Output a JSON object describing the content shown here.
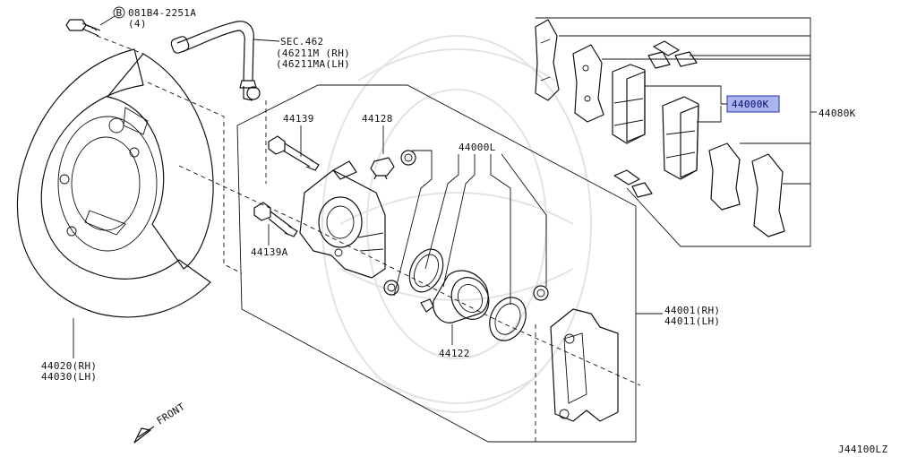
{
  "diagram": {
    "labels": {
      "bolt_ref": "081B4-2251A",
      "bolt_qty": "(4)",
      "bolt_circle": "B",
      "sec": "SEC.462",
      "hose_rh": "(46211M (RH)",
      "hose_lh": "(46211MA(LH)",
      "pin_bolt": "44139",
      "bleeder": "44128",
      "seal_kit": "44000L",
      "pad_kit": "44000K",
      "hw_kit": "44080K",
      "pin_bolt_a": "44139A",
      "piston": "44122",
      "caliper_rh": "44001(RH)",
      "caliper_lh": "44011(LH)",
      "plate_rh": "44020(RH)",
      "plate_lh": "44030(LH)",
      "front": "FRONT",
      "drawing_id": "J44100LZ"
    },
    "highlight_color": "#aab4ee"
  }
}
